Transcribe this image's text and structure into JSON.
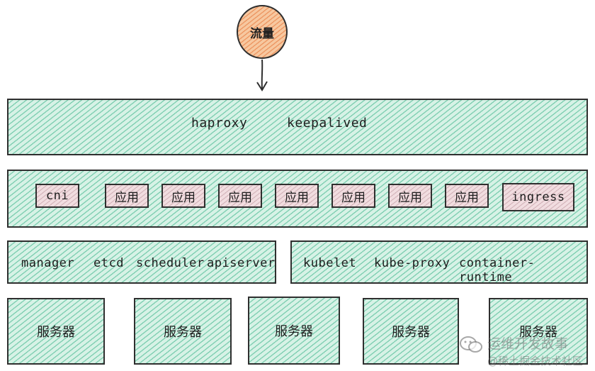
{
  "traffic": {
    "label": "流量"
  },
  "lb": {
    "items": [
      "haproxy",
      "keepalived"
    ]
  },
  "apps": {
    "chips": [
      {
        "label": "cni",
        "style": "pink"
      },
      {
        "label": "应用",
        "style": "pink"
      },
      {
        "label": "应用",
        "style": "pink"
      },
      {
        "label": "应用",
        "style": "pink"
      },
      {
        "label": "应用",
        "style": "pink"
      },
      {
        "label": "应用",
        "style": "pink"
      },
      {
        "label": "应用",
        "style": "pink"
      },
      {
        "label": "应用",
        "style": "pink"
      },
      {
        "label": "ingress",
        "style": "pink"
      }
    ]
  },
  "control_plane": {
    "items": [
      "manager",
      "etcd",
      "scheduler",
      "apiserver"
    ]
  },
  "node": {
    "items": [
      "kubelet",
      "kube-proxy",
      "container-runtime"
    ]
  },
  "servers": {
    "labels": [
      "服务器",
      "服务器",
      "服务器",
      "服务器",
      "服务器"
    ]
  },
  "watermark": {
    "title": "运维开发故事",
    "subtitle": "@稀土掘金技术社区"
  },
  "colors": {
    "green_fill": "#d7f2e6",
    "green_hatch": "#38b287",
    "pink_fill": "#f1dde0",
    "orange_fill": "#f7c8a0",
    "stroke": "#2f2f2f"
  }
}
